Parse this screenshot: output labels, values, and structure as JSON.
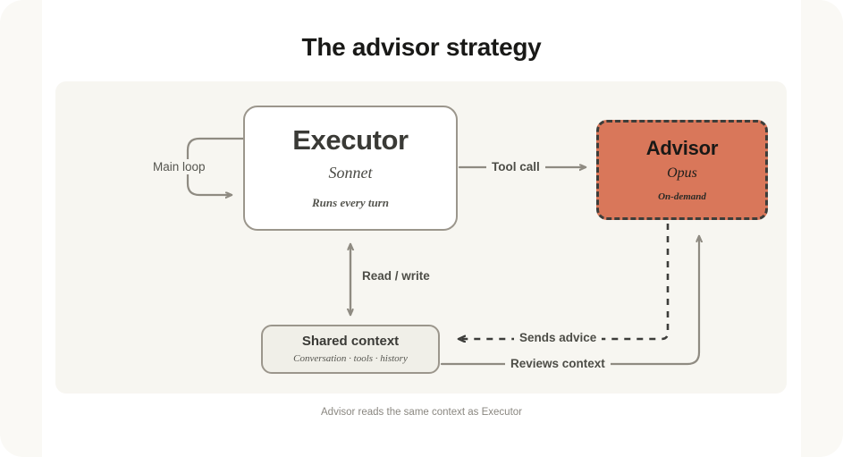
{
  "page": {
    "title": "The advisor strategy",
    "caption": "Advisor reads the same context as Executor",
    "colors": {
      "page_background": "#faf9f5",
      "card_background": "#ffffff",
      "panel_background": "#f7f6f1",
      "advisor_fill": "#d9775a",
      "advisor_border": "#3d3d3a",
      "node_border": "#9b968c",
      "edge_stroke": "#8f8b82",
      "title_text": "#191917",
      "caption_text": "#8a8780"
    }
  },
  "nodes": {
    "executor": {
      "title": "Executor",
      "subtitle": "Sonnet",
      "note": "Runs every turn"
    },
    "advisor": {
      "title": "Advisor",
      "subtitle": "Opus",
      "note": "On-demand"
    },
    "shared_context": {
      "title": "Shared context",
      "subtitle": "Conversation · tools · history"
    }
  },
  "edges": {
    "main_loop": {
      "label": "Main loop",
      "style": "solid",
      "from": "executor",
      "to": "executor"
    },
    "tool_call": {
      "label": "Tool call",
      "style": "solid",
      "from": "executor",
      "to": "advisor"
    },
    "read_write": {
      "label": "Read / write",
      "style": "solid-bidirectional",
      "from": "executor",
      "to": "shared_context"
    },
    "sends_advice": {
      "label": "Sends advice",
      "style": "dashed",
      "from": "advisor",
      "to": "shared_context"
    },
    "reviews_context": {
      "label": "Reviews context",
      "style": "solid",
      "from": "shared_context",
      "to": "advisor"
    }
  }
}
